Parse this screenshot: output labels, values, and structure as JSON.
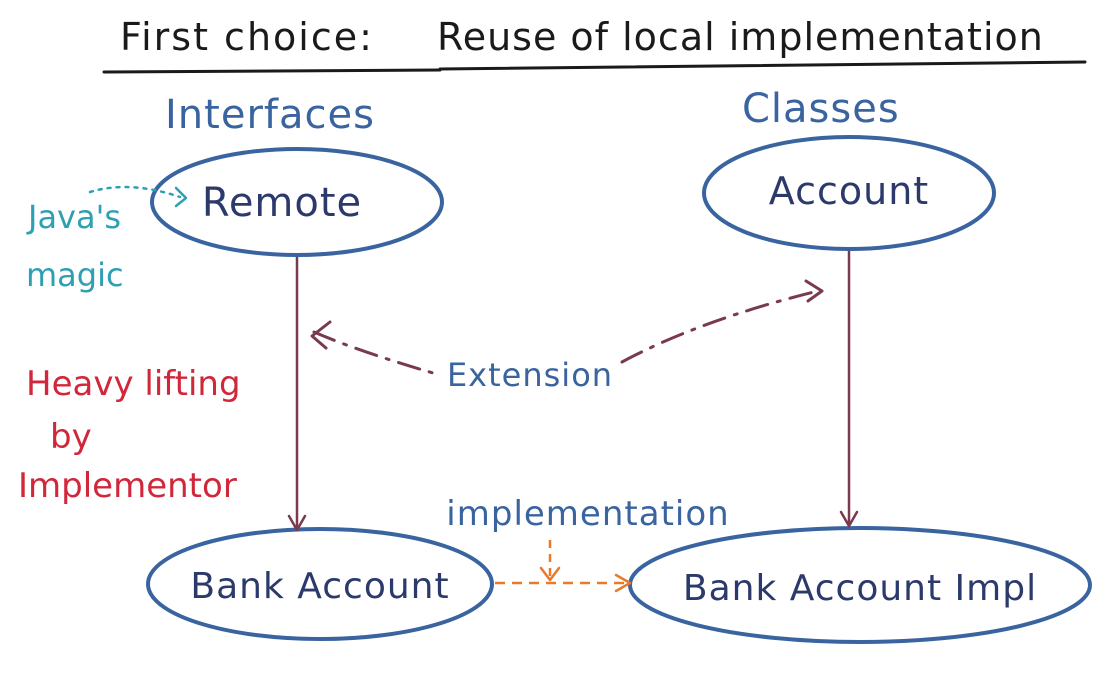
{
  "title": {
    "part1": "First choice:",
    "part2": "Reuse of local implementation"
  },
  "columns": {
    "left": "Interfaces",
    "right": "Classes"
  },
  "nodes": {
    "remote": "Remote",
    "account": "Account",
    "bank_account": "Bank Account",
    "bank_account_impl": "Bank Account Impl"
  },
  "notes": {
    "javas": "Java's",
    "magic": "magic",
    "heavy": "Heavy lifting",
    "by": "by",
    "implementor": "Implementor"
  },
  "edges": {
    "extension": "Extension",
    "implementation": "implementation"
  },
  "colors": {
    "ink_black": "#1a1a1a",
    "ink_navy": "#2c3a6b",
    "ink_blue": "#3a64a0",
    "ink_teal": "#2ea0b4",
    "ink_red": "#d0283a",
    "arrow_maroon": "#7a3a4e",
    "arrow_orange": "#e87a2a",
    "ellipse_stroke": "#3a64a0"
  }
}
